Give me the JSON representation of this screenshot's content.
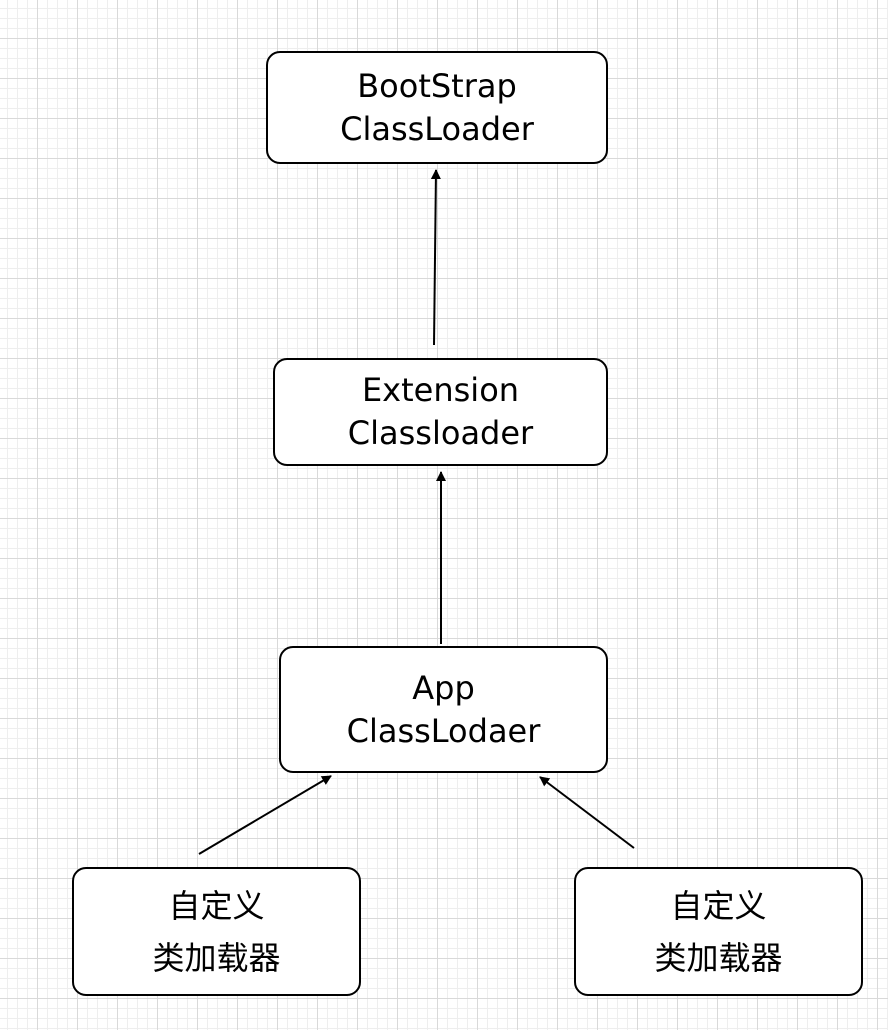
{
  "nodes": {
    "bootstrap": {
      "line1": "BootStrap",
      "line2": "ClassLoader"
    },
    "extension": {
      "line1": "Extension",
      "line2": "Classloader"
    },
    "app": {
      "line1": "App",
      "line2": "ClassLodaer"
    },
    "custom_left": {
      "line1": "自定义",
      "line2": "类加载器"
    },
    "custom_right": {
      "line1": "自定义",
      "line2": "类加载器"
    }
  },
  "edges": [
    {
      "from": "extension",
      "to": "bootstrap"
    },
    {
      "from": "app",
      "to": "extension"
    },
    {
      "from": "custom_left",
      "to": "app"
    },
    {
      "from": "custom_right",
      "to": "app"
    }
  ],
  "colors": {
    "stroke": "#000000",
    "node_fill": "#ffffff",
    "grid": "#d9d9d9"
  }
}
